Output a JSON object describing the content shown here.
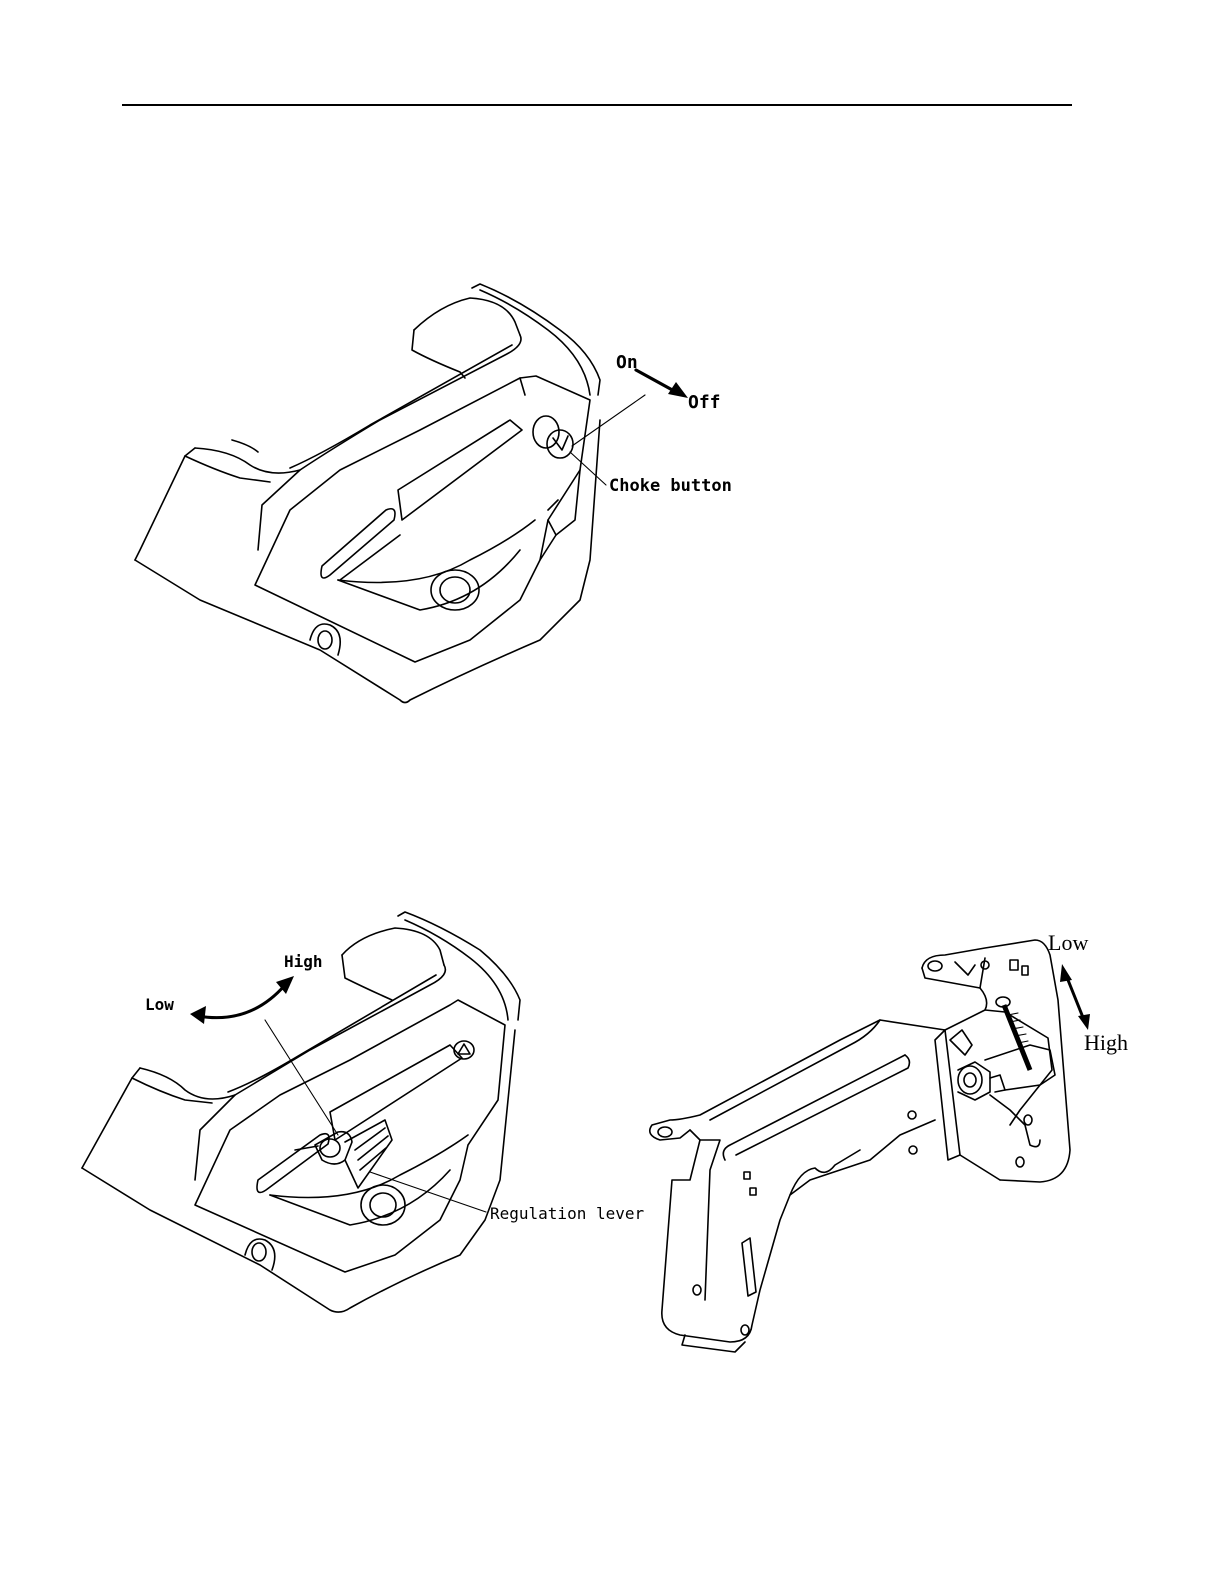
{
  "figure1": {
    "label_on": "On",
    "label_off": "Off",
    "label_choke": "Choke button"
  },
  "figure2": {
    "label_high": "High",
    "label_low": "Low",
    "label_lever": "Regulation lever"
  },
  "figure3": {
    "label_low": "Low",
    "label_high": "High"
  },
  "colors": {
    "ink": "#000000",
    "paper": "#ffffff"
  }
}
